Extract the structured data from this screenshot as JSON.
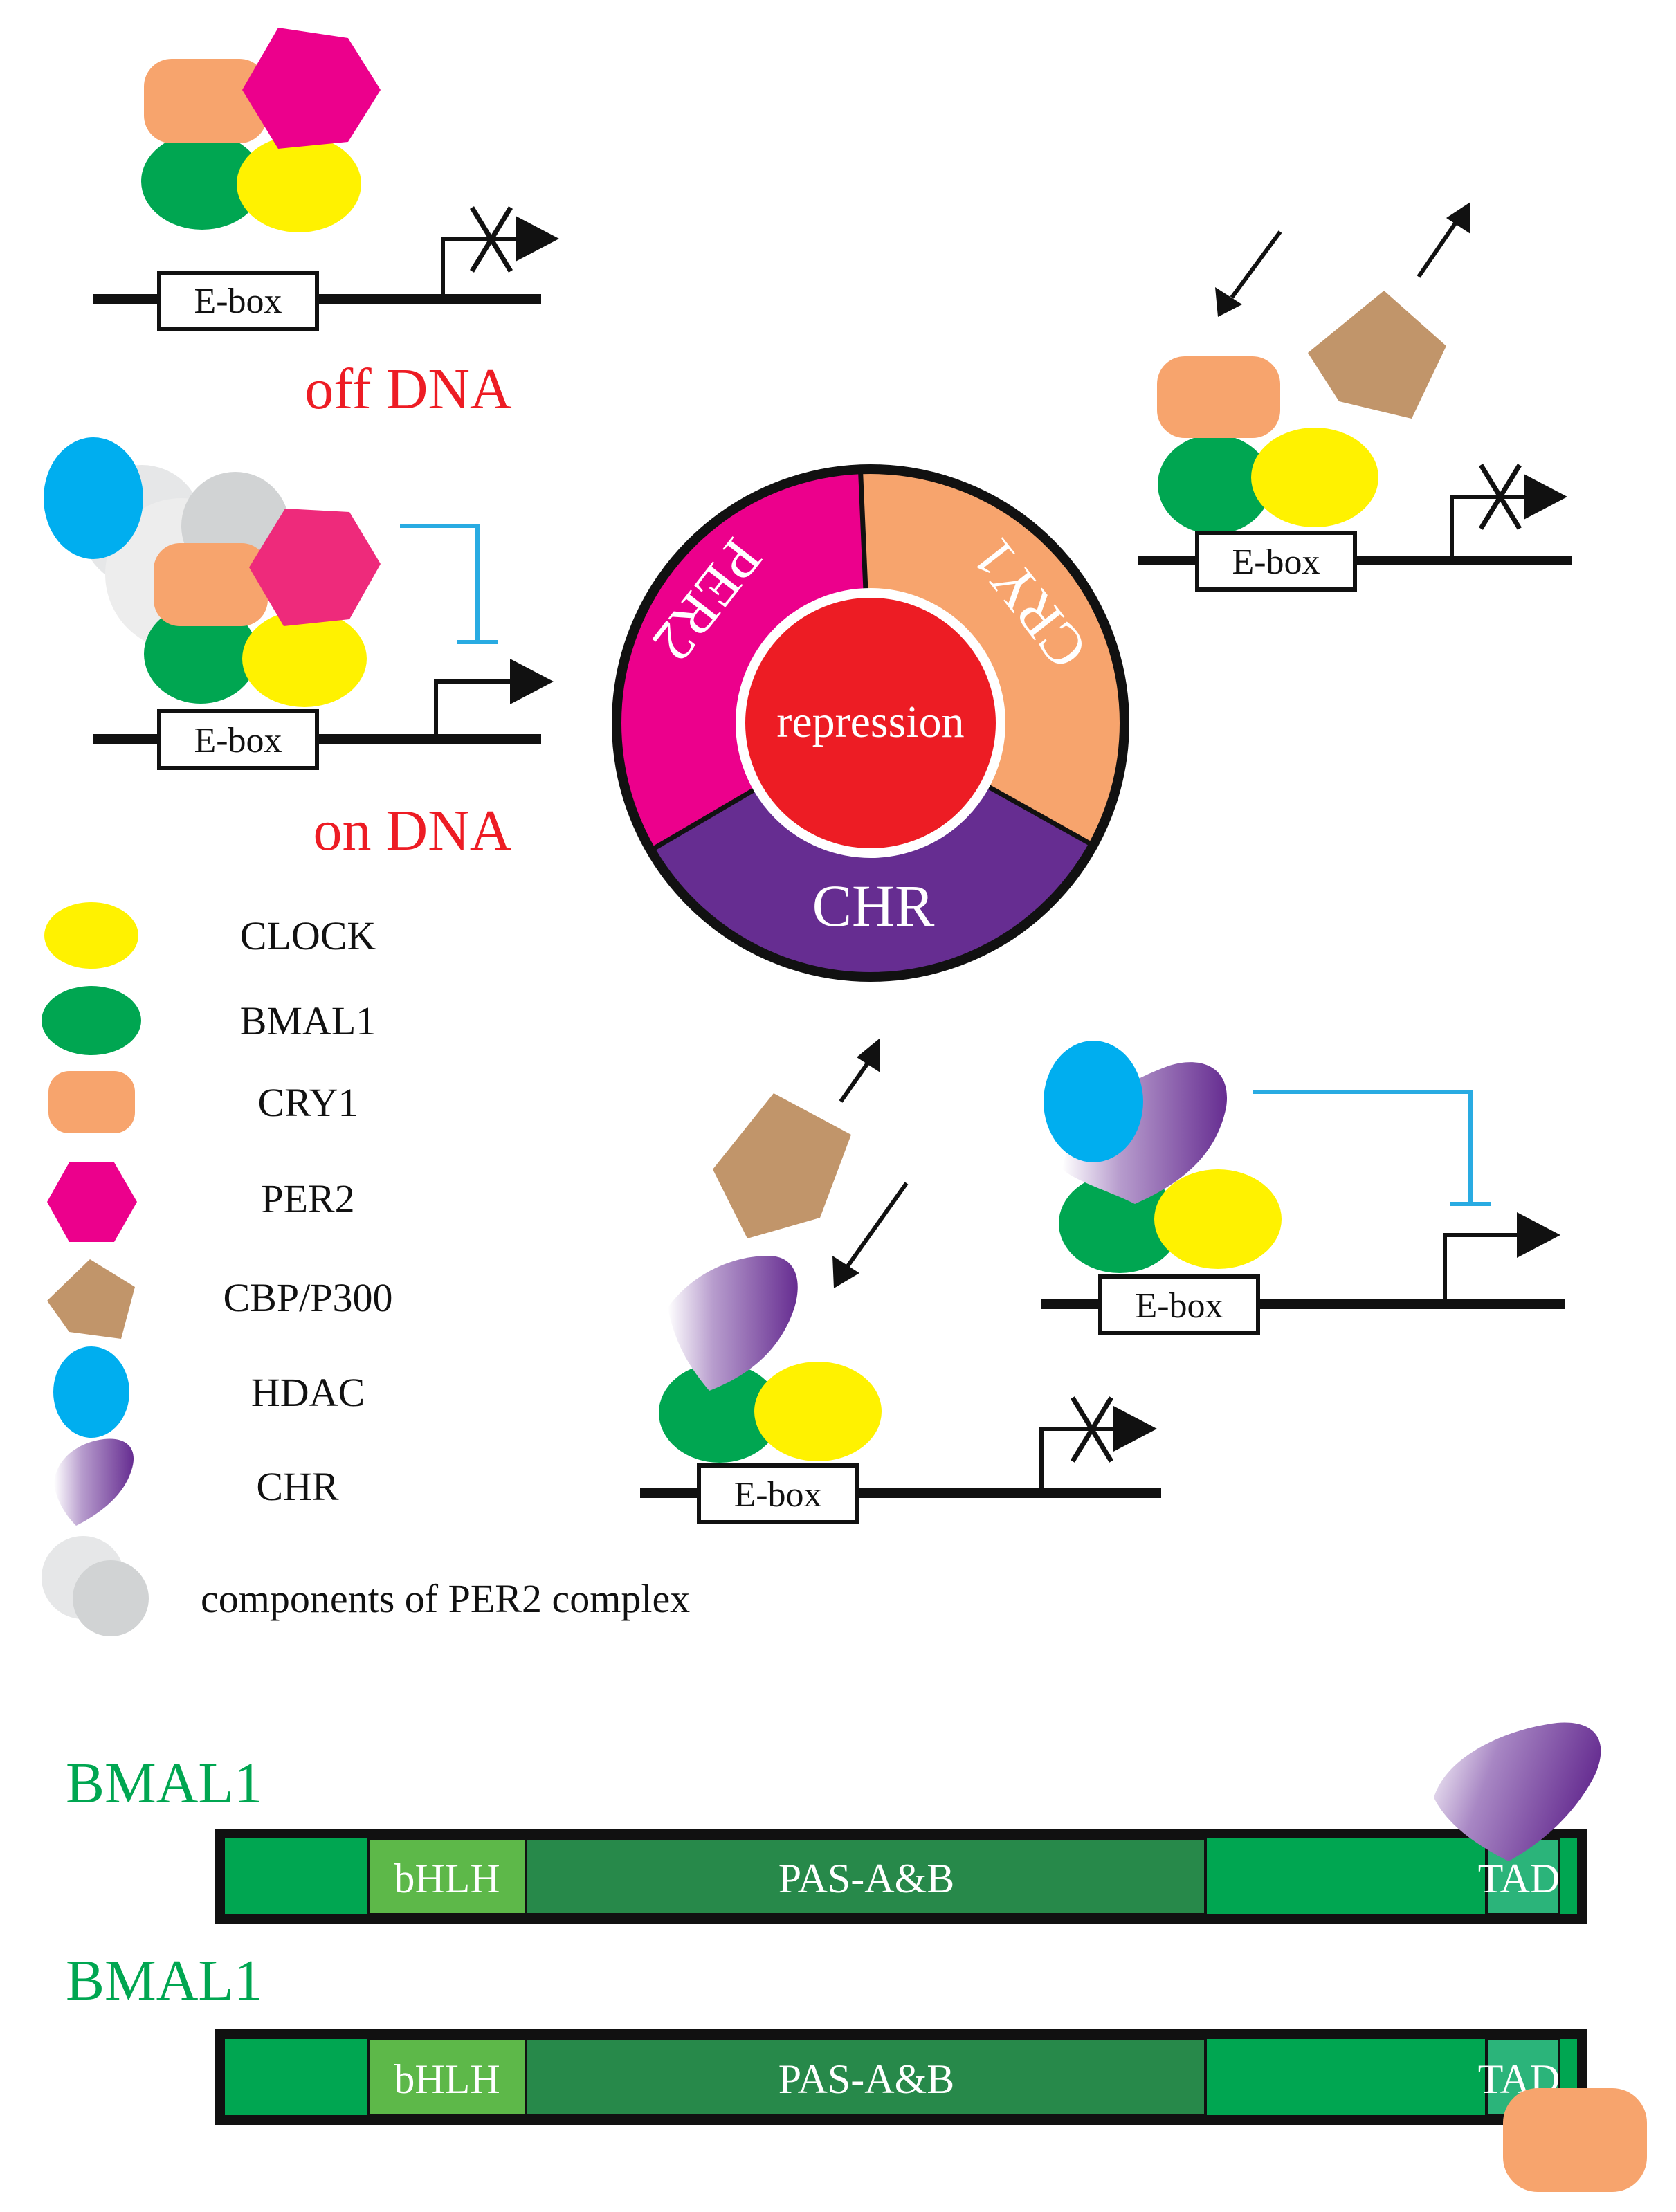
{
  "labels": {
    "off_dna": "off DNA",
    "on_dna": "on DNA",
    "ebox": "E-box"
  },
  "wheel": {
    "segments": [
      "PER2",
      "CRY1",
      "CHR"
    ],
    "center": "repression"
  },
  "legend": [
    {
      "label": "CLOCK",
      "shape": "ellipse",
      "color": "#FFF200"
    },
    {
      "label": "BMAL1",
      "shape": "ellipse",
      "color": "#00A651"
    },
    {
      "label": "CRY1",
      "shape": "rounded-rect",
      "color": "#F7A46D"
    },
    {
      "label": "PER2",
      "shape": "hexagon",
      "color": "#EC008C"
    },
    {
      "label": "CBP/P300",
      "shape": "pentagon",
      "color": "#C1956A"
    },
    {
      "label": "HDAC",
      "shape": "ellipse",
      "color": "#00AEEF"
    },
    {
      "label": "CHR",
      "shape": "gradient-drop",
      "color": "#662D91"
    },
    {
      "label": "components of PER2 complex",
      "shape": "grey-circles",
      "color": "#D1D3D4"
    }
  ],
  "domain_maps": [
    {
      "protein": "BMAL1",
      "domains": [
        "bHLH",
        "PAS-A&B",
        "TAD"
      ],
      "bound": "CHR"
    },
    {
      "protein": "BMAL1",
      "domains": [
        "bHLH",
        "PAS-A&B",
        "TAD"
      ],
      "bound": "CRY1"
    }
  ],
  "colors": {
    "clock": "#FFF200",
    "bmal1": "#00A651",
    "cry1": "#F7A46D",
    "per2": "#EC008C",
    "cbp": "#C1956A",
    "hdac": "#00AEEF",
    "chr": "#662D91",
    "red_text": "#ED1C24",
    "green_text": "#00A651",
    "inhibit": "#29ABE2"
  }
}
